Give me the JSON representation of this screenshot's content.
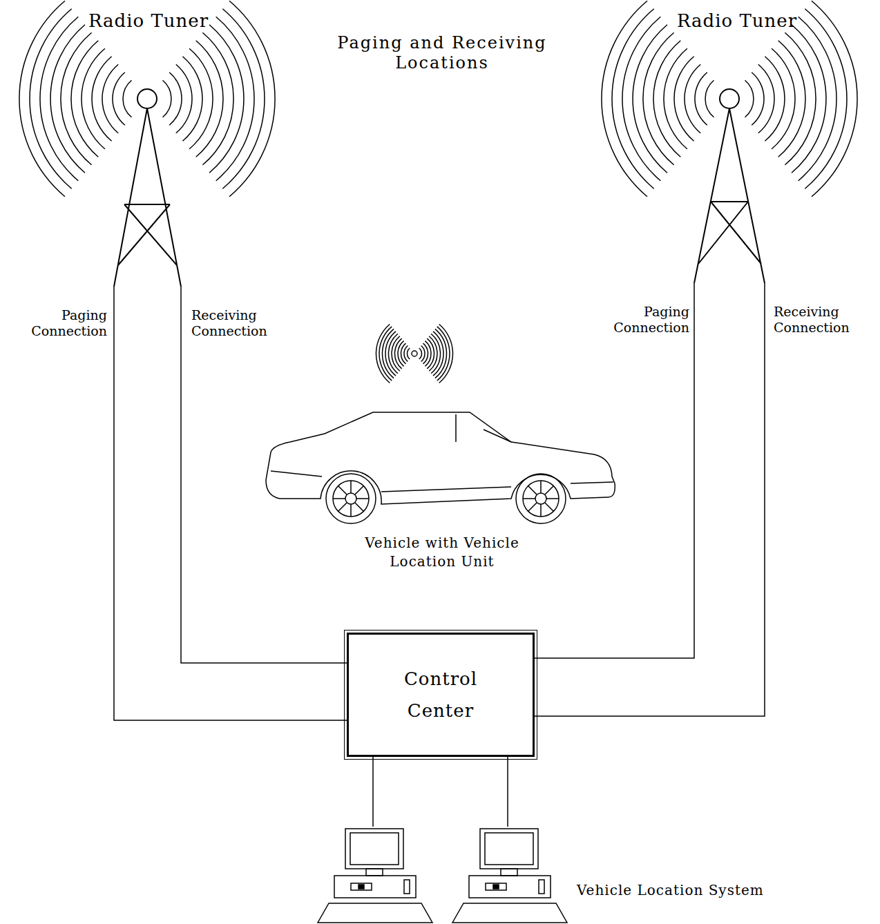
{
  "diagram": {
    "title": "Paging and Receiving Locations",
    "nodes": [
      {
        "text": [
          "Radio Tuner"
        ]
      },
      {
        "text": [
          "Radio Tuner"
        ]
      },
      {
        "text": [
          "Vehicle with Vehicle Location Unit"
        ]
      },
      {
        "text": [
          "Control Center"
        ]
      },
      {
        "text": [
          "Vehicle Location System"
        ]
      }
    ],
    "edges": [
      {
        "from": 0,
        "to": 3,
        "label": "Paging Connection",
        "arrow": "none"
      },
      {
        "from": 0,
        "to": 3,
        "label": "Receiving Connection",
        "arrow": "none"
      },
      {
        "from": 1,
        "to": 3,
        "label": "Paging Connection",
        "arrow": "none"
      },
      {
        "from": 1,
        "to": 3,
        "label": "Receiving Connection",
        "arrow": "none"
      },
      {
        "from": 3,
        "to": 4,
        "arrow": "none"
      },
      {
        "from": 3,
        "to": 4,
        "arrow": "none"
      }
    ]
  }
}
